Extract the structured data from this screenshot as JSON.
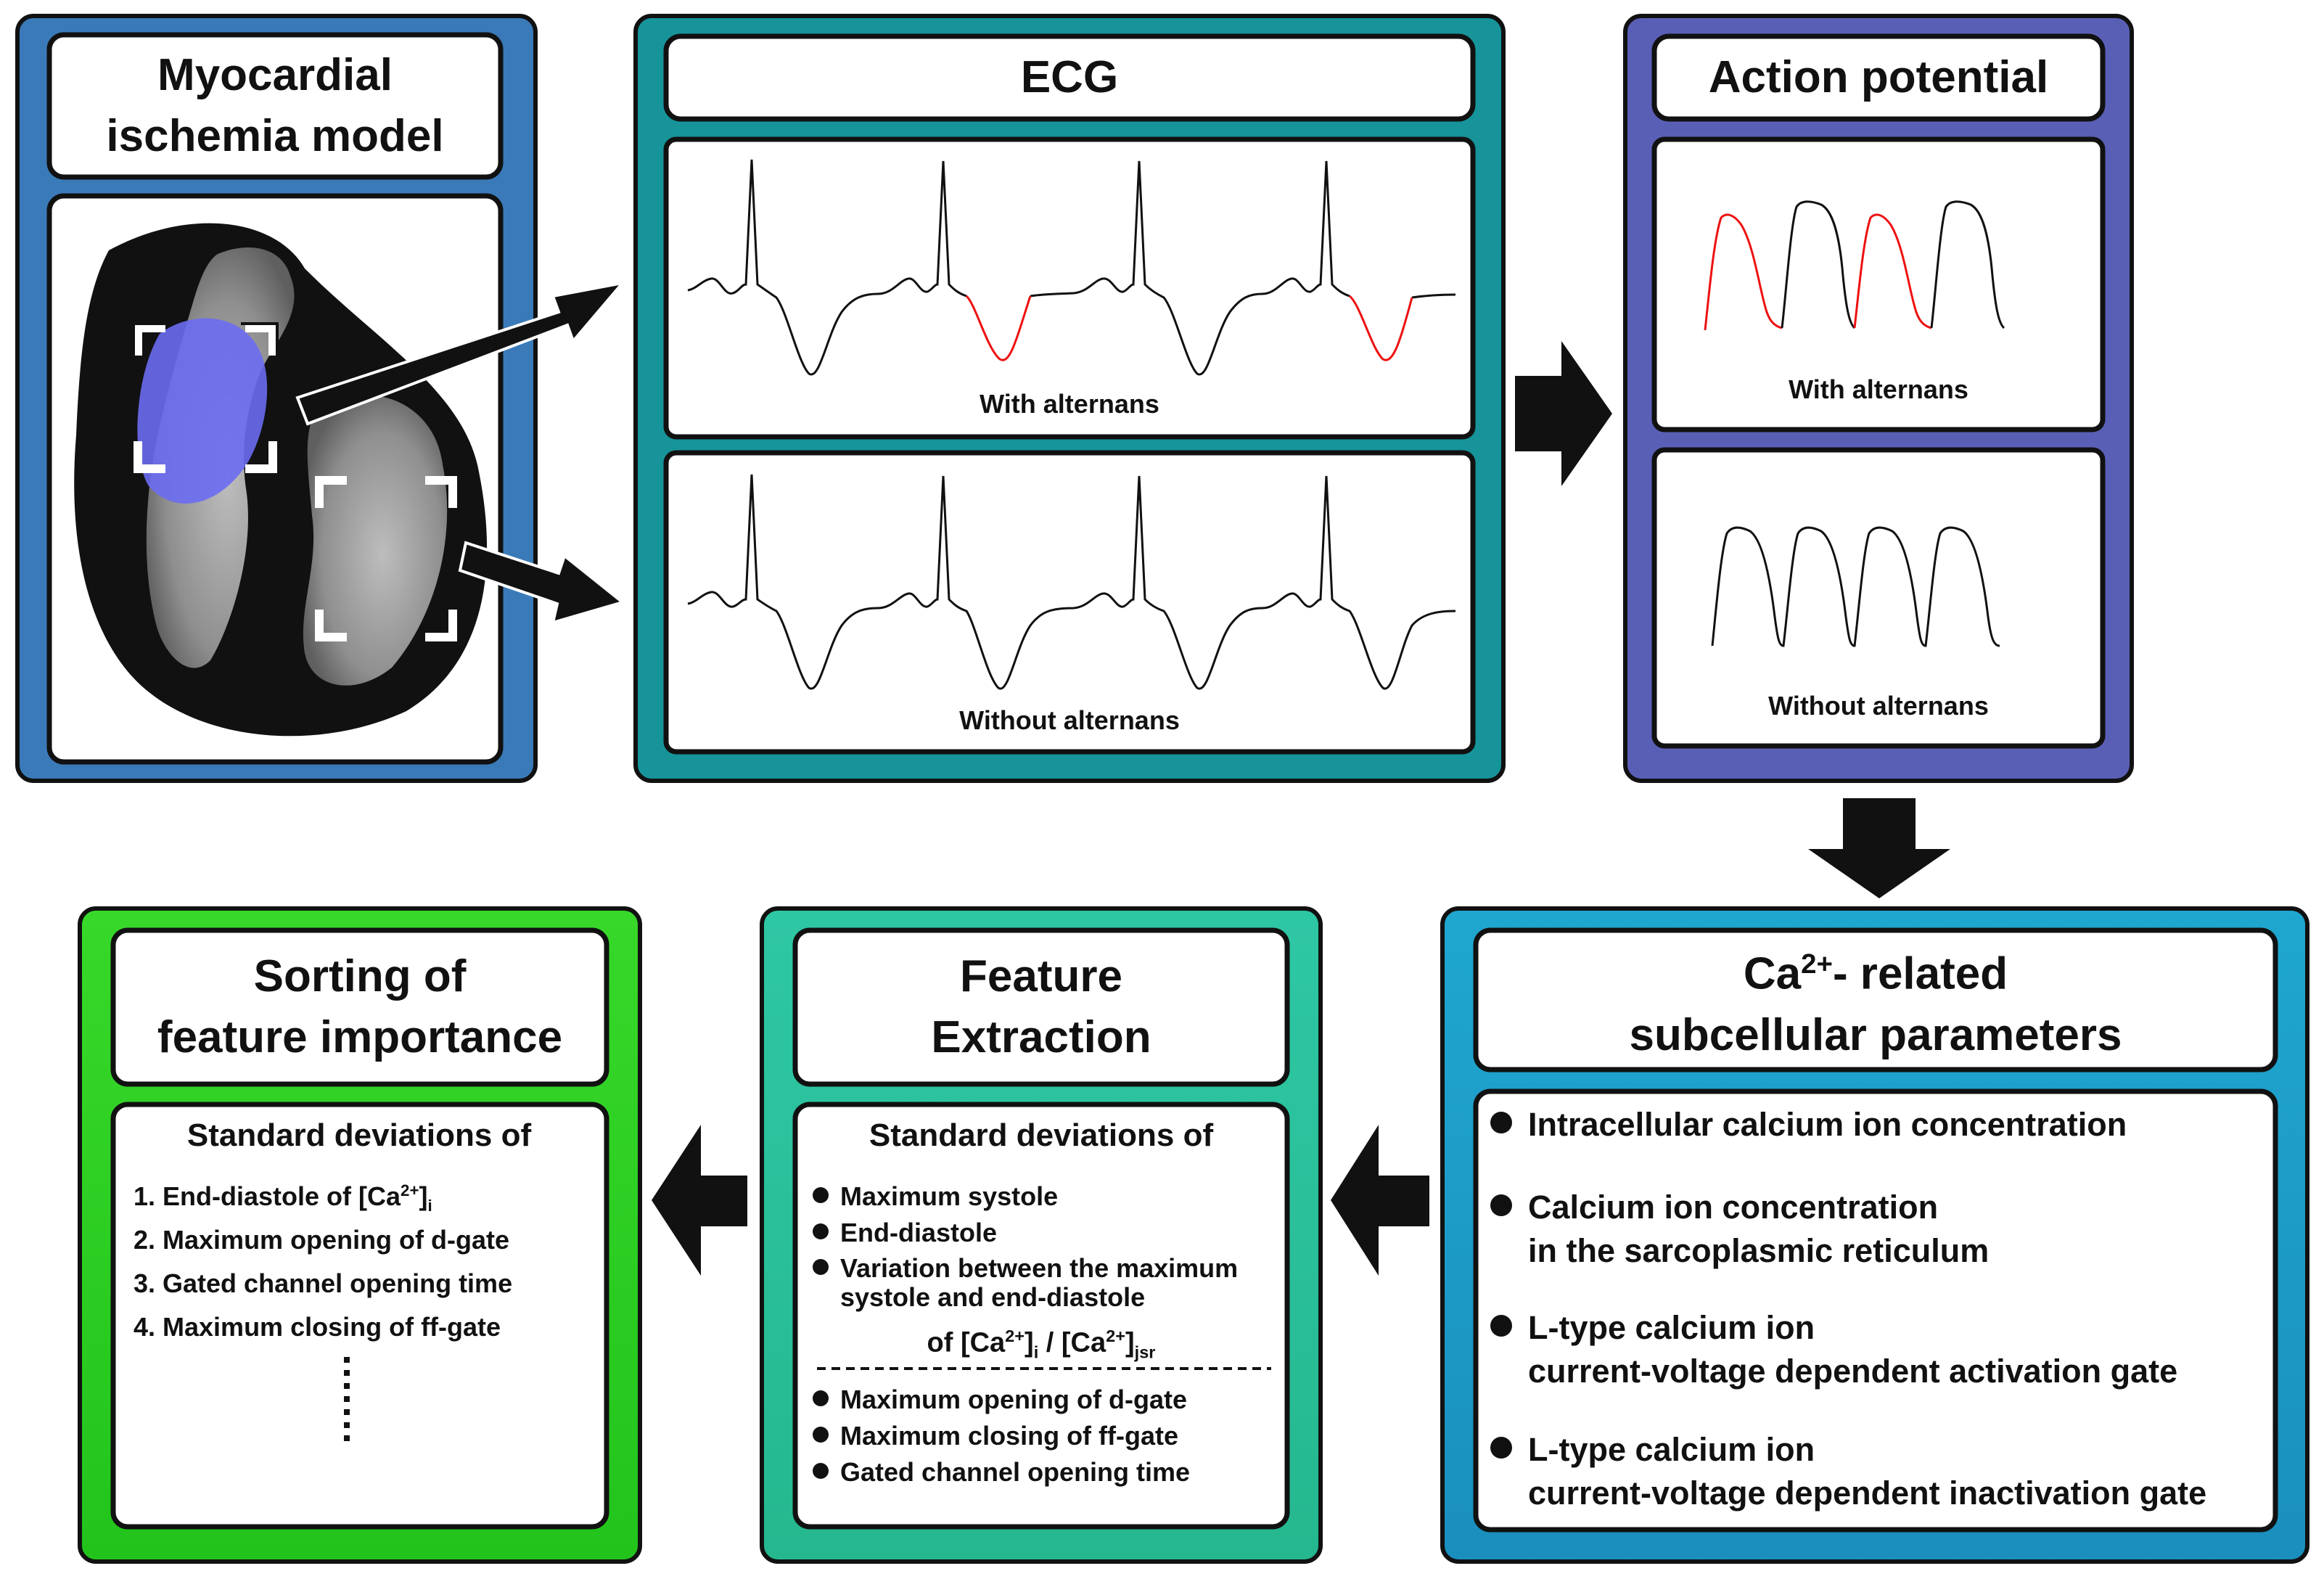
{
  "colors": {
    "ischemia_panel": "#3a7ab8",
    "ecg_panel": "#16949a",
    "ap_panel": "#5a5fb6",
    "ca_panel": "#1e9ac8",
    "feature_panel_top": "#2ec7a4",
    "feature_panel_bottom": "#27b890",
    "sorting_panel": "#2ed12a",
    "highlight_red": "#ee1111",
    "region_blue": "#6b6df2"
  },
  "panels": {
    "ischemia": {
      "title_line1": "Myocardial",
      "title_line2": "ischemia model"
    },
    "ecg": {
      "title": "ECG",
      "caption_with": "With alternans",
      "caption_without": "Without alternans"
    },
    "action_potential": {
      "title": "Action potential",
      "caption_with": "With alternans",
      "caption_without": "Without alternans"
    },
    "ca_params": {
      "title_prefix": "Ca",
      "title_sup": "2+",
      "title_suffix": "- related",
      "title_line2": "subcellular parameters",
      "items": [
        {
          "line1": "Intracellular calcium ion concentration",
          "line2": ""
        },
        {
          "line1": "Calcium ion concentration",
          "line2": "in the sarcoplasmic reticulum"
        },
        {
          "line1": "L-type calcium ion",
          "line2": "current-voltage dependent activation gate"
        },
        {
          "line1": "L-type calcium ion",
          "line2": "current-voltage dependent inactivation gate"
        }
      ]
    },
    "feature_extraction": {
      "title_line1": "Feature",
      "title_line2": "Extraction",
      "heading": "Standard deviations of",
      "items_top": [
        "Maximum systole",
        "End-diastole",
        "Variation between the maximum"
      ],
      "item3_line2": "systole and end-diastole",
      "of_prefix": "of [Ca",
      "of_sup1": "2+",
      "of_mid": "]",
      "of_sub1": "i",
      "of_slash": " / [Ca",
      "of_sup2": "2+",
      "of_end": "]",
      "of_sub2": "jsr",
      "items_bottom": [
        "Maximum opening of d-gate",
        "Maximum closing of ff-gate",
        "Gated channel opening time"
      ]
    },
    "sorting": {
      "title_line1": "Sorting of",
      "title_line2": "feature importance",
      "heading": "Standard deviations of",
      "item1_prefix": "1. End-diastole of [Ca",
      "item1_sup": "2+",
      "item1_end": "]",
      "item1_sub": "i",
      "items": [
        "2. Maximum opening of d-gate",
        "3. Gated channel opening time",
        "4. Maximum closing of ff-gate"
      ]
    }
  }
}
